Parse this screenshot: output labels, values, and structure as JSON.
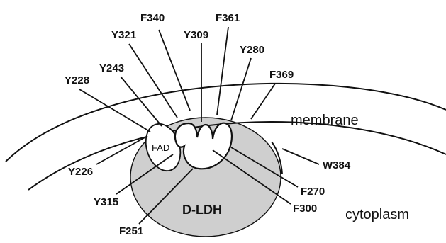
{
  "diagram": {
    "protein_label": "D-LDH",
    "cofactor_label": "FAD",
    "regions": {
      "membrane": "membrane",
      "cytoplasm": "cytoplasm"
    },
    "residues": {
      "F340": "F340",
      "F361": "F361",
      "Y321": "Y321",
      "Y309": "Y309",
      "Y280": "Y280",
      "Y243": "Y243",
      "F369": "F369",
      "Y228": "Y228",
      "Y226": "Y226",
      "Y315": "Y315",
      "F251": "F251",
      "W384": "W384",
      "F270": "F270",
      "F300": "F300"
    },
    "colors": {
      "protein_fill": "#cfcfcf",
      "stroke": "#111111",
      "background": "#ffffff"
    }
  }
}
